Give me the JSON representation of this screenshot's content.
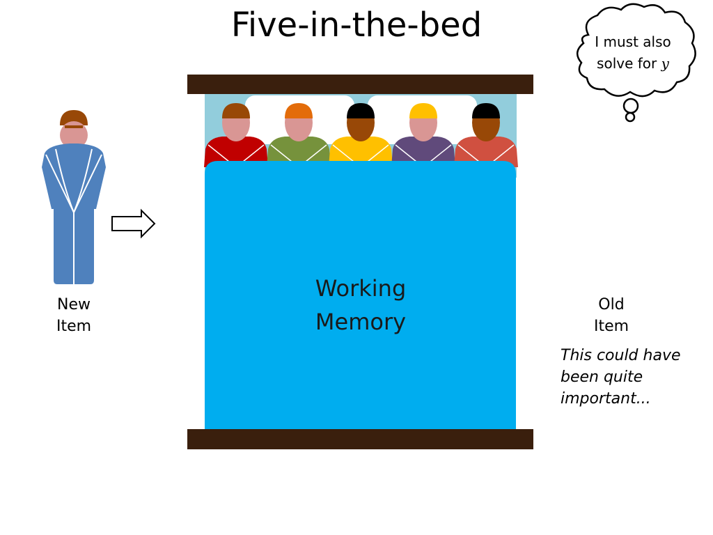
{
  "title": "Five-in-the-bed",
  "thought_bubble": {
    "text": "I must also solve for",
    "variable": "y"
  },
  "bed": {
    "label_line1": "Working",
    "label_line2": "Memory"
  },
  "new_item": {
    "line1": "New",
    "line2": "Item"
  },
  "old_item": {
    "line1": "Old",
    "line2": "Item"
  },
  "note": {
    "line1": "This could have",
    "line2": "been quite",
    "line3": "important..."
  },
  "colors": {
    "frame": "#3a1f0d",
    "blanket": "#00adef",
    "pillow_bg": "#92cddc",
    "new_person": "#4f81bd",
    "shirts": [
      "#c00000",
      "#76923c",
      "#ffc000",
      "#604a7b",
      "#d05040"
    ],
    "hair": [
      "#984807",
      "#e36c0a",
      "#000000",
      "#ffc000",
      "#000000"
    ],
    "faces": [
      "#d99694",
      "#d99694",
      "#984807",
      "#d99694",
      "#984807"
    ]
  },
  "icons": [
    "person-icon",
    "right-arrow-icon",
    "thought-bubble-icon"
  ]
}
